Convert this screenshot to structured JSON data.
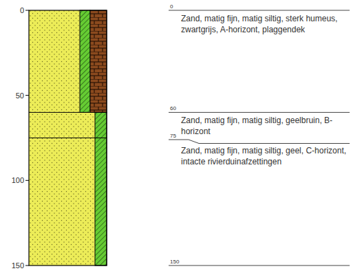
{
  "diagram": {
    "labels": [
      "0",
      "50",
      "100",
      "150",
      "0",
      "60",
      "75",
      "150",
      "Zand, matig fijn, matig siltig, sterk humeus, zwartgrijs, A-horizont, plaggendek",
      "Zand, matig fijn, matig siltig, geelbruin, B-horizont",
      "Zand, matig fijn, matig siltig, geel, C-horizont, intacte rivierduinafzettingen"
    ]
  }
}
